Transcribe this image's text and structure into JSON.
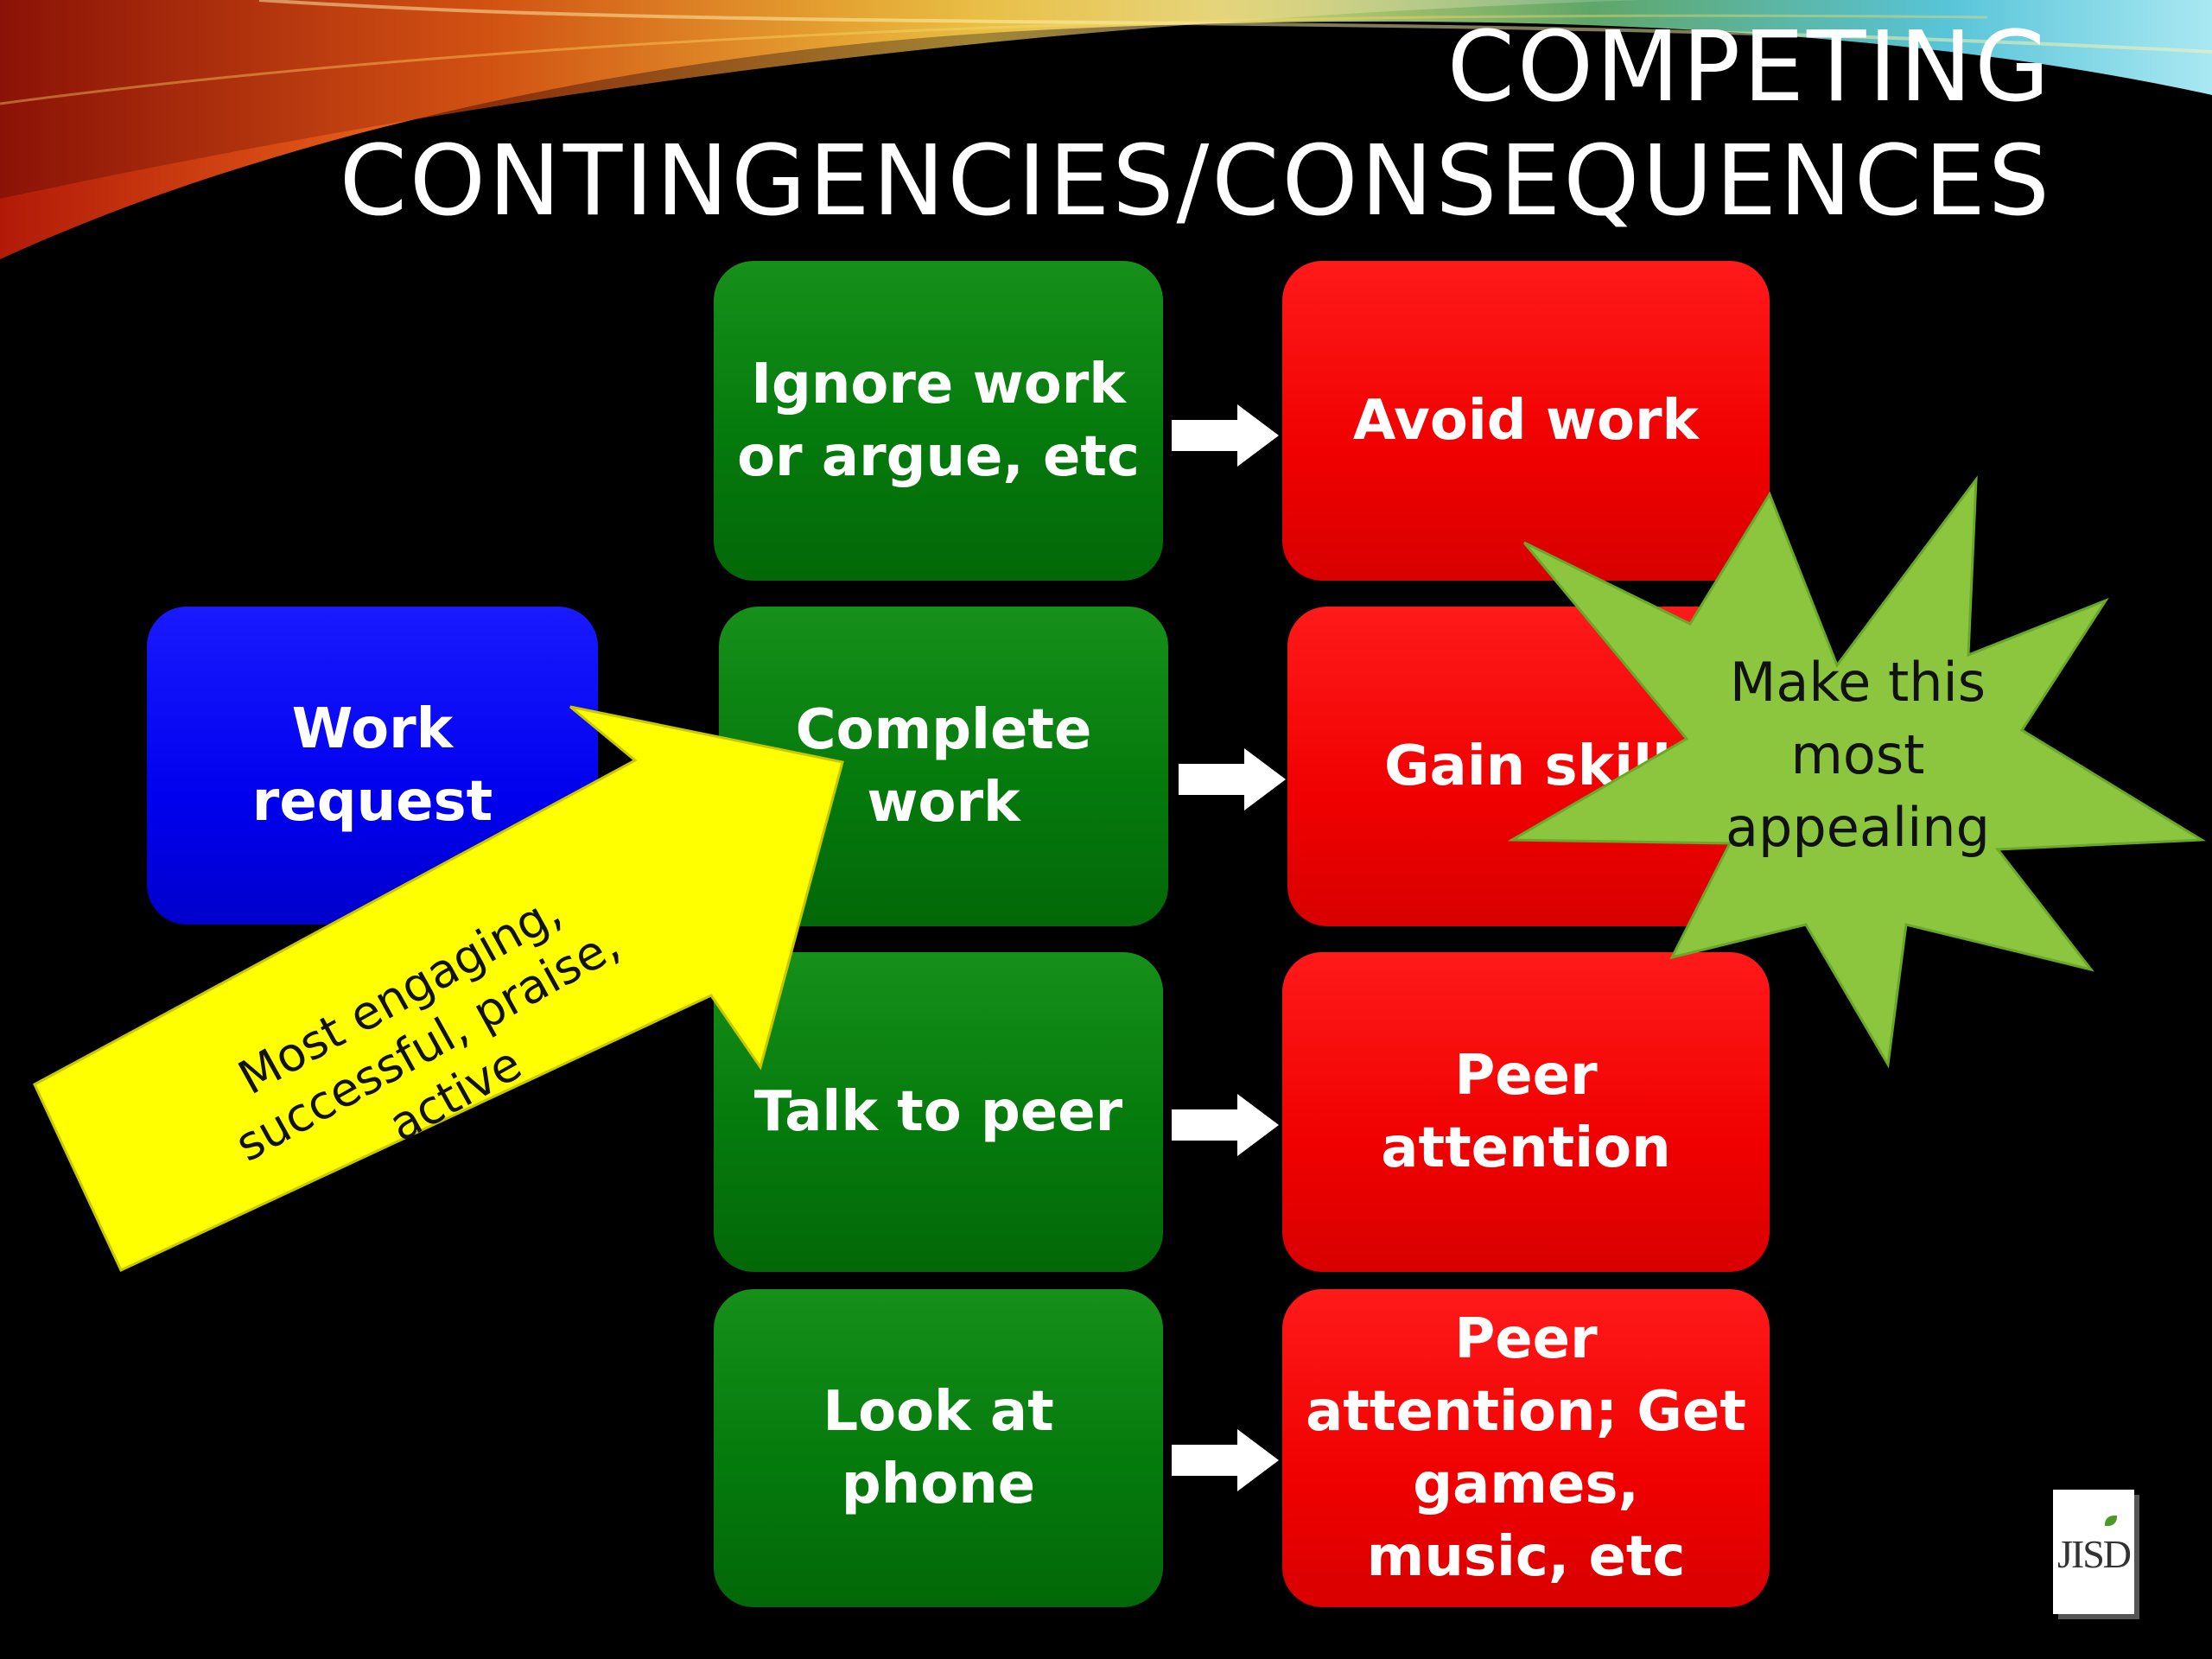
{
  "title": {
    "line1": "COMPETING",
    "line2": "CONTINGENCIES/CONSEQUENCES"
  },
  "antecedent": {
    "label": "Work request",
    "color": "#0000ee"
  },
  "behaviors": [
    {
      "label": "Ignore work or argue, etc"
    },
    {
      "label": "Complete work"
    },
    {
      "label": "Talk to peer"
    },
    {
      "label": "Look at phone"
    }
  ],
  "consequences": [
    {
      "label": "Avoid work"
    },
    {
      "label": "Gain skills"
    },
    {
      "label": "Peer attention"
    },
    {
      "label": "Peer attention; Get games, music, etc"
    }
  ],
  "callouts": {
    "arrow_text": "Most engaging, successful, praise, active",
    "arrow_color": "#ffff00",
    "star_text": "Make this most appealing",
    "star_color": "#8cc63f"
  },
  "colors": {
    "behavior": "#047a0c",
    "consequence": "#f00000",
    "background": "#000000"
  },
  "logo": {
    "text": "JISD",
    "icon": "jisd-logo"
  }
}
